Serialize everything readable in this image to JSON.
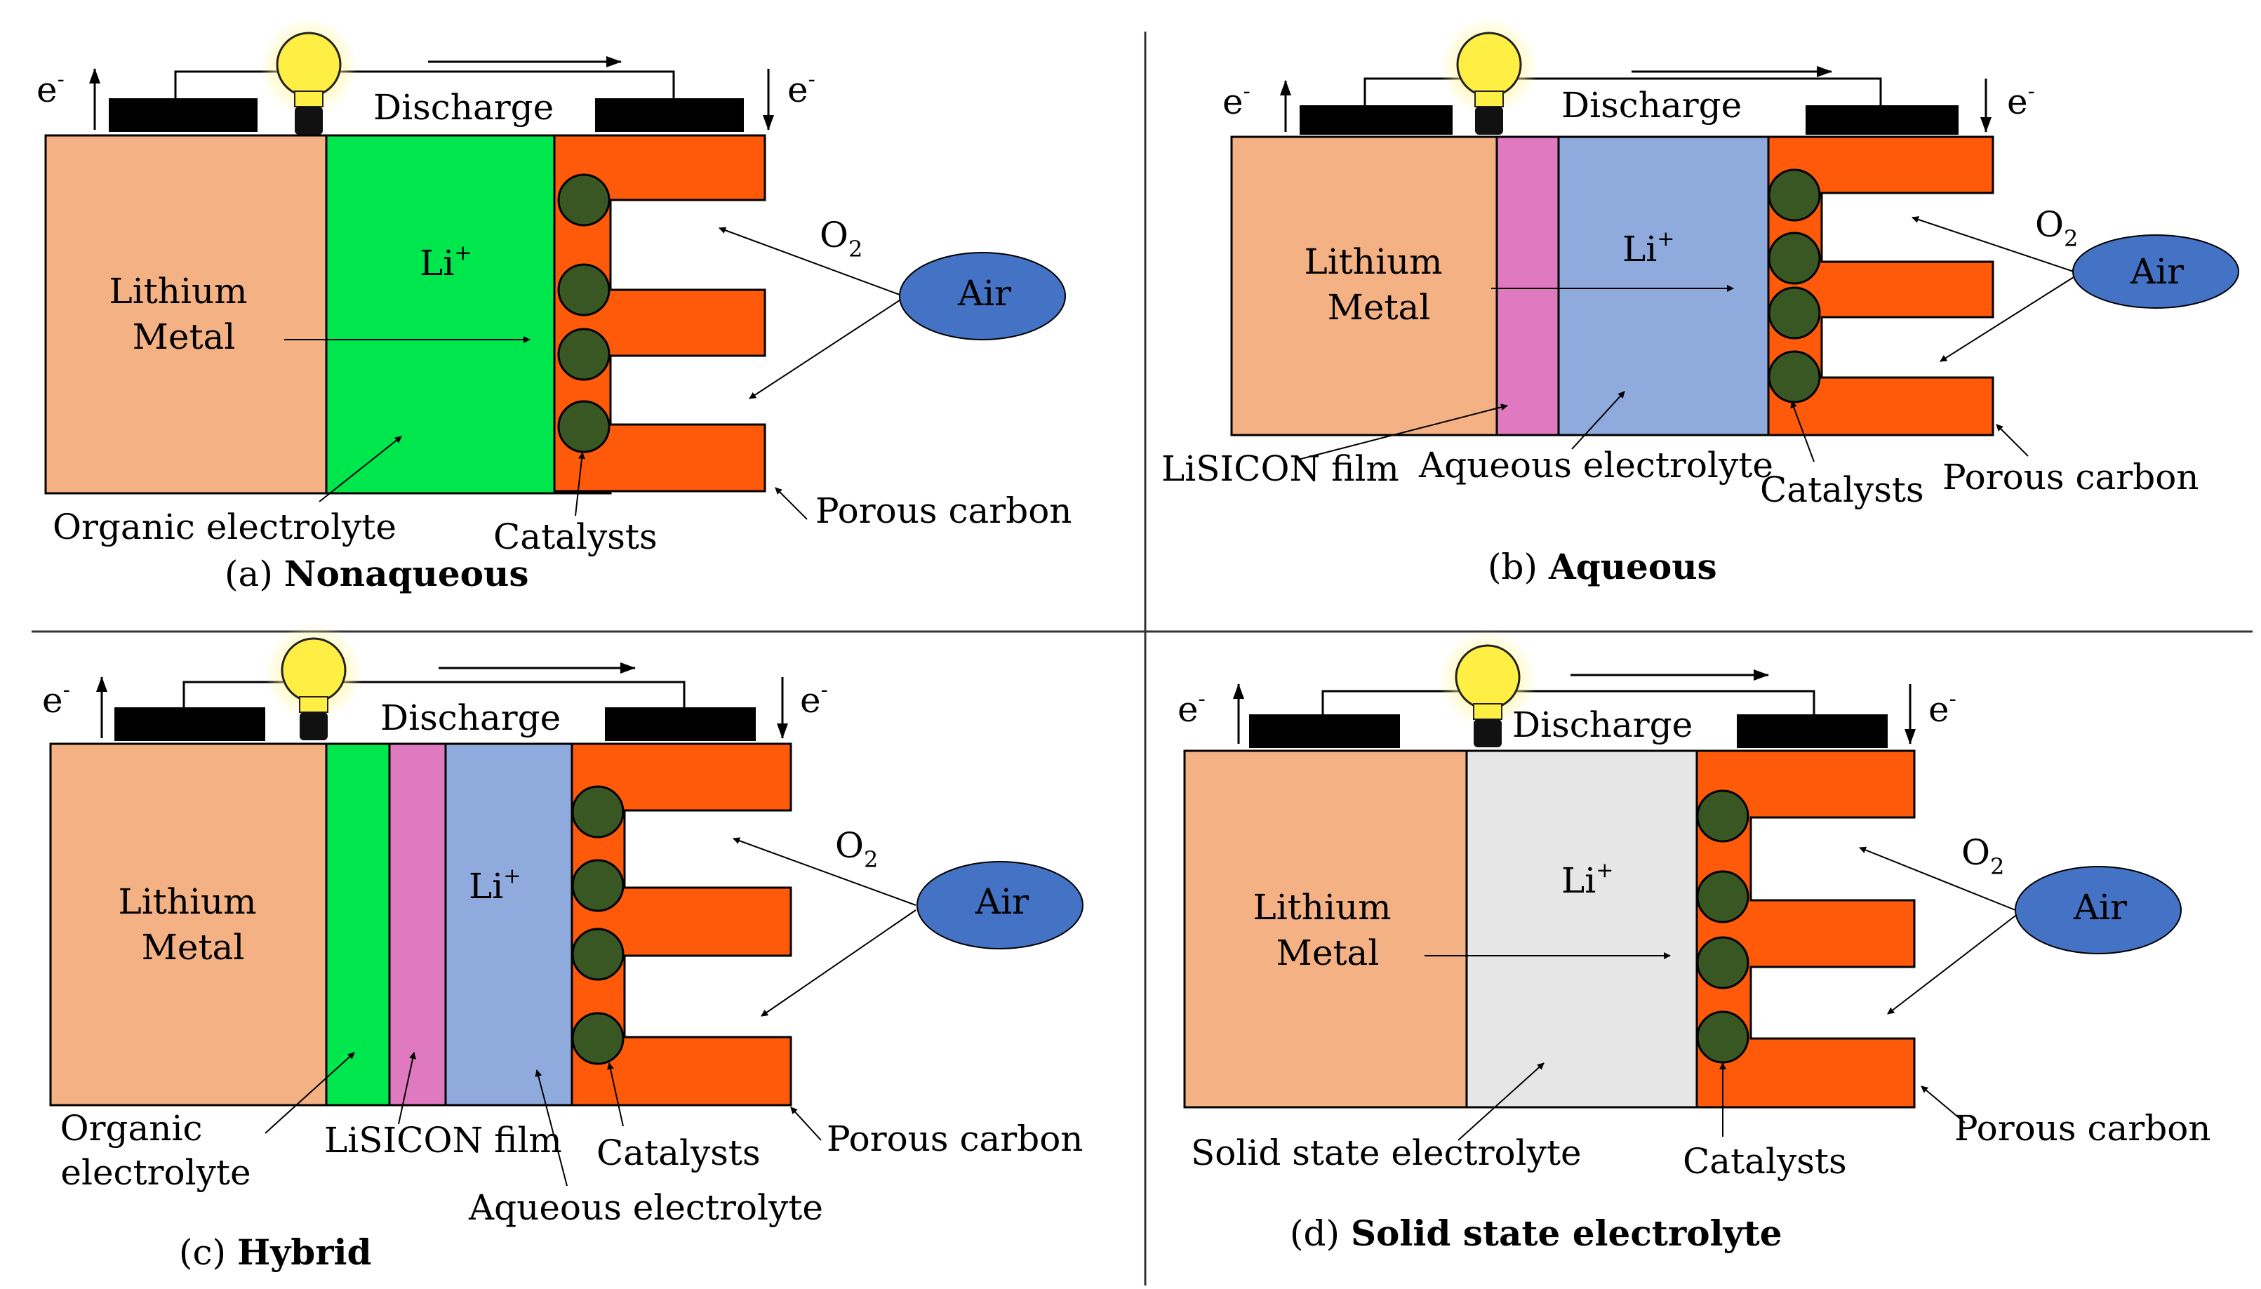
{
  "colors": {
    "lithium": "#f4b183",
    "organic_electrolyte": "#00e64d",
    "aqueous_electrolyte": "#8faadc",
    "lisicon": "#e07ac0",
    "solid_electrolyte": "#e6e6e6",
    "porous_carbon": "#ff5a0a",
    "catalyst": "#385723",
    "air": "#4472c4",
    "terminal": "#000000",
    "bulb": "#ffee44"
  },
  "common": {
    "electron": "e",
    "electron_sup": "-",
    "discharge": "Discharge",
    "lithium_line1": "Lithium",
    "lithium_line2": "Metal",
    "li_ion": "Li",
    "li_ion_sup": "+",
    "oxygen": "O",
    "oxygen_sub": "2",
    "air": "Air",
    "catalysts": "Catalysts",
    "porous_carbon": "Porous carbon"
  },
  "panels": {
    "a": {
      "caption_prefix": "(a)",
      "caption_title": "Nonaqueous",
      "organic_electrolyte": "Organic electrolyte"
    },
    "b": {
      "caption_prefix": "(b)",
      "caption_title": "Aqueous",
      "lisicon_film": "LiSICON film",
      "aqueous_electrolyte": "Aqueous electrolyte"
    },
    "c": {
      "caption_prefix": "(c)",
      "caption_title": "Hybrid",
      "organic_line1": "Organic",
      "organic_line2": "electrolyte",
      "lisicon_film": "LiSICON film",
      "aqueous_electrolyte": "Aqueous electrolyte"
    },
    "d": {
      "caption_prefix": "(d)",
      "caption_title": "Solid state electrolyte",
      "solid_electrolyte": "Solid state electrolyte"
    }
  }
}
